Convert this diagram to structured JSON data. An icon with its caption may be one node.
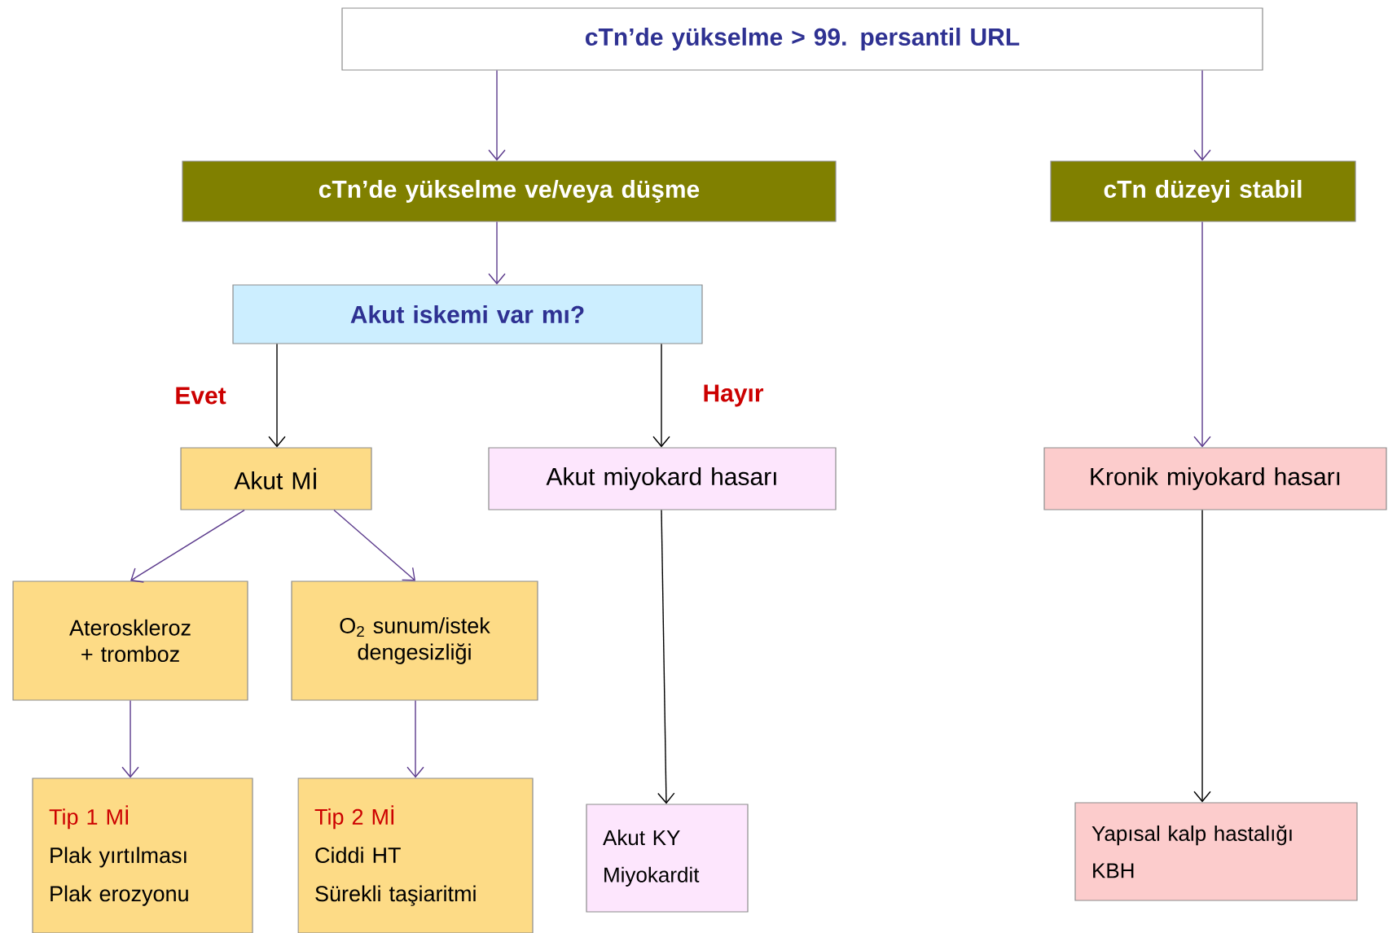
{
  "diagram": {
    "nodes": [
      {
        "text": [
          "cTn’de yükselme > 99. persantil URL"
        ]
      },
      {
        "text": [
          "cTn’de yükselme ve/veya düşme"
        ]
      },
      {
        "text": [
          "cTn düzeyi stabil"
        ]
      },
      {
        "text": [
          "Akut iskemi var mı?"
        ]
      },
      {
        "text": [
          "Akut  Mİ"
        ]
      },
      {
        "text": [
          "Akut miyokard hasarı"
        ]
      },
      {
        "text": [
          "Kronik miyokard hasarı"
        ]
      },
      {
        "text": [
          "Ateroskleroz + tromboz"
        ]
      },
      {
        "text": [
          "O$_{2}$ sunum/istek dengesizliği"
        ]
      },
      {
        "text": [
          "Tip 1 Mİ",
          "Plak yırtılması",
          "Plak erozyonu"
        ]
      },
      {
        "text": [
          "Tip 2 Mİ",
          "Ciddi HT",
          "Sürekli taşiaritmi"
        ]
      },
      {
        "text": [
          "Akut KY",
          "Miyokardit"
        ]
      },
      {
        "text": [
          "Yapısal kalp hastalığı",
          "KBH"
        ]
      }
    ],
    "edges": [
      {
        "from": 0,
        "to": 1,
        "arrow": "to"
      },
      {
        "from": 0,
        "to": 2,
        "arrow": "to"
      },
      {
        "from": 1,
        "to": 3,
        "arrow": "to"
      },
      {
        "from": 3,
        "to": 4,
        "arrow": "to",
        "label": "Evet",
        "color": "#000000"
      },
      {
        "from": 3,
        "to": 5,
        "arrow": "to",
        "label": "Hayır",
        "color": "#000000"
      },
      {
        "from": 2,
        "to": 6,
        "arrow": "to"
      },
      {
        "from": 4,
        "to": 7,
        "arrow": "to"
      },
      {
        "from": 4,
        "to": 8,
        "arrow": "to"
      },
      {
        "from": 7,
        "to": 9,
        "arrow": "to"
      },
      {
        "from": 8,
        "to": 10,
        "arrow": "to"
      },
      {
        "from": 5,
        "to": 11,
        "arrow": "to",
        "color": "#000000"
      },
      {
        "from": 6,
        "to": 12,
        "arrow": "to",
        "color": "#000000"
      }
    ]
  }
}
